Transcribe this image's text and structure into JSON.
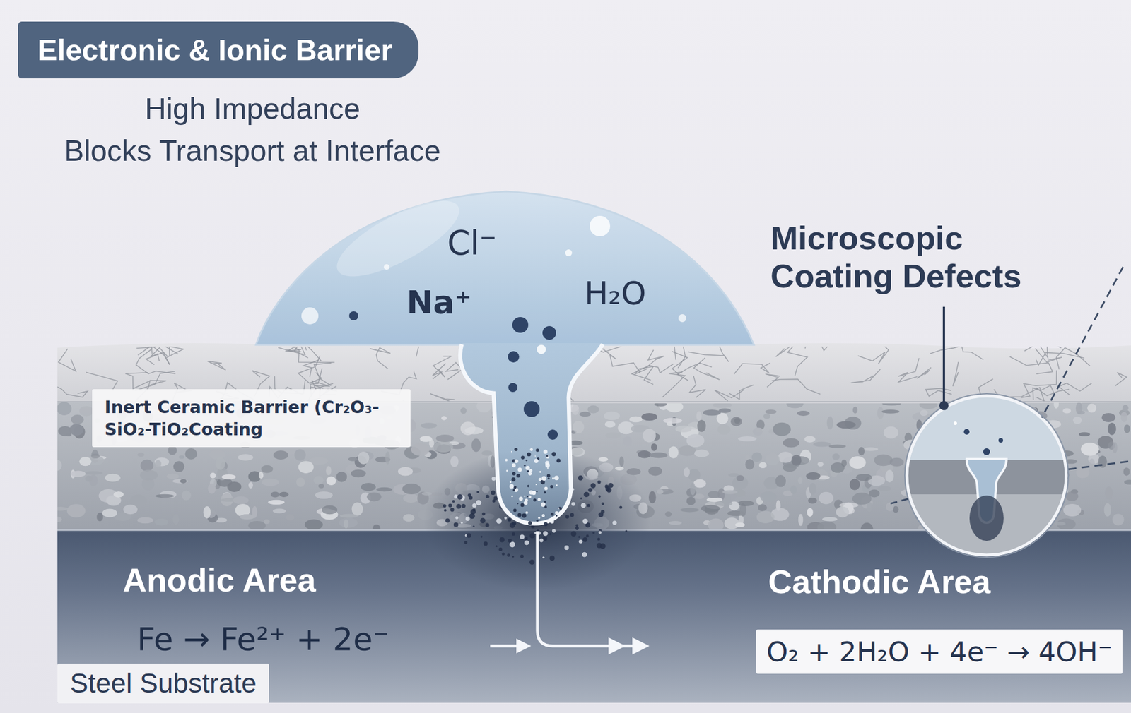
{
  "diagram": {
    "title": "Electronic & Ionic Barrier",
    "nodes": [
      {
        "text": [
          "Inert Ceramic Barrier (Cr₂O₃-SiO₂-TiO₂Coating"
        ]
      },
      {
        "text": [
          "O₂ + 2H₂O + 4e⁻ → 4OH⁻"
        ]
      },
      {
        "text": [
          "Steel Substrate"
        ]
      }
    ],
    "labels": [
      "High Impedance",
      "Blocks Transport at Interface",
      "Cl⁻",
      "Na⁺",
      "H₂O",
      "Microscopic Coating Defects",
      "Anodic Area",
      "Cathodic Area",
      "Fe → Fe²⁺ + 2e⁻"
    ]
  }
}
